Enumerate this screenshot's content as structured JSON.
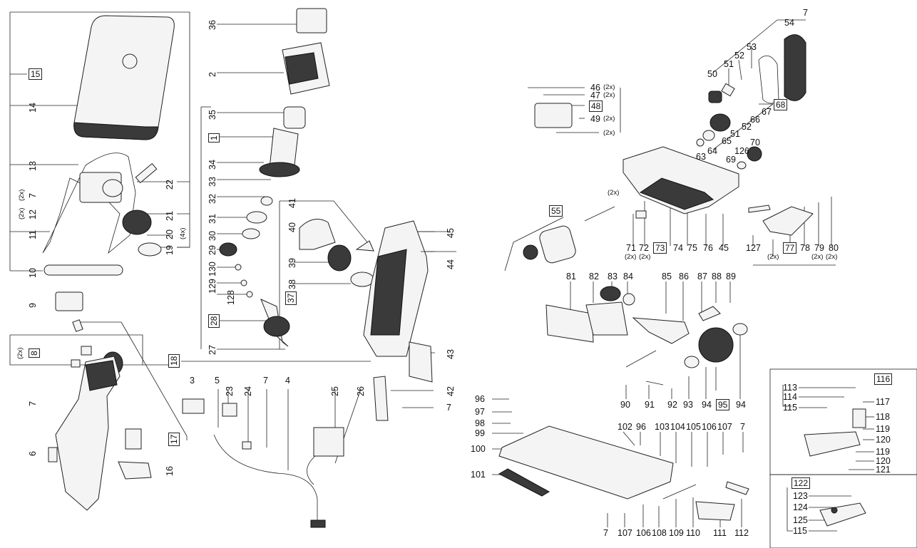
{
  "left_group": {
    "labels": [
      "15",
      "14",
      "13",
      "(2x)",
      "7",
      "(2x)",
      "12",
      "11",
      "10",
      "22",
      "21",
      "20",
      "(4x)",
      "19",
      "9",
      "8",
      "(2x)",
      "7",
      "6",
      "17",
      "16",
      "18"
    ]
  },
  "motor_group": {
    "labels": [
      "36",
      "2",
      "35",
      "1",
      "34",
      "33",
      "32",
      "31",
      "30",
      "29",
      "130",
      "129",
      "128",
      "28",
      "37",
      "27",
      "41",
      "40",
      "39",
      "38",
      "45",
      "44",
      "43"
    ]
  },
  "cable_group": {
    "labels": [
      "3",
      "5",
      "23",
      "24",
      "7",
      "4",
      "25",
      "26",
      "42",
      "7"
    ]
  },
  "right_group": {
    "labels": [
      "7",
      "54",
      "53",
      "52",
      "51",
      "50",
      "68",
      "67",
      "66",
      "52",
      "51",
      "65",
      "64",
      "63",
      "70",
      "126",
      "69",
      "46",
      "(2x)",
      "47",
      "(2x)",
      "48",
      "49",
      "(2x)",
      "(2x)",
      "55",
      "(2x)",
      "71",
      "72",
      "(2x)",
      "(2x)",
      "73",
      "74",
      "75",
      "76",
      "45",
      "127",
      "77",
      "78",
      "79",
      "80",
      "(2x)",
      "(2x)",
      "(2x)"
    ]
  },
  "lower_right_group": {
    "labels": [
      "81",
      "82",
      "83",
      "84",
      "85",
      "86",
      "87",
      "88",
      "89",
      "90",
      "91",
      "92",
      "93",
      "94",
      "95",
      "94",
      "96",
      "97",
      "98",
      "99",
      "100",
      "101",
      "102",
      "96",
      "103",
      "104",
      "105",
      "106",
      "107",
      "7",
      "7",
      "107",
      "106",
      "108",
      "109",
      "110",
      "111",
      "112"
    ]
  },
  "inset_top": {
    "labels": [
      "116",
      "113",
      "114",
      "115",
      "117",
      "118",
      "119",
      "120",
      "119",
      "120",
      "121"
    ]
  },
  "inset_bottom": {
    "labels": [
      "122",
      "123",
      "124",
      "125",
      "115"
    ]
  }
}
